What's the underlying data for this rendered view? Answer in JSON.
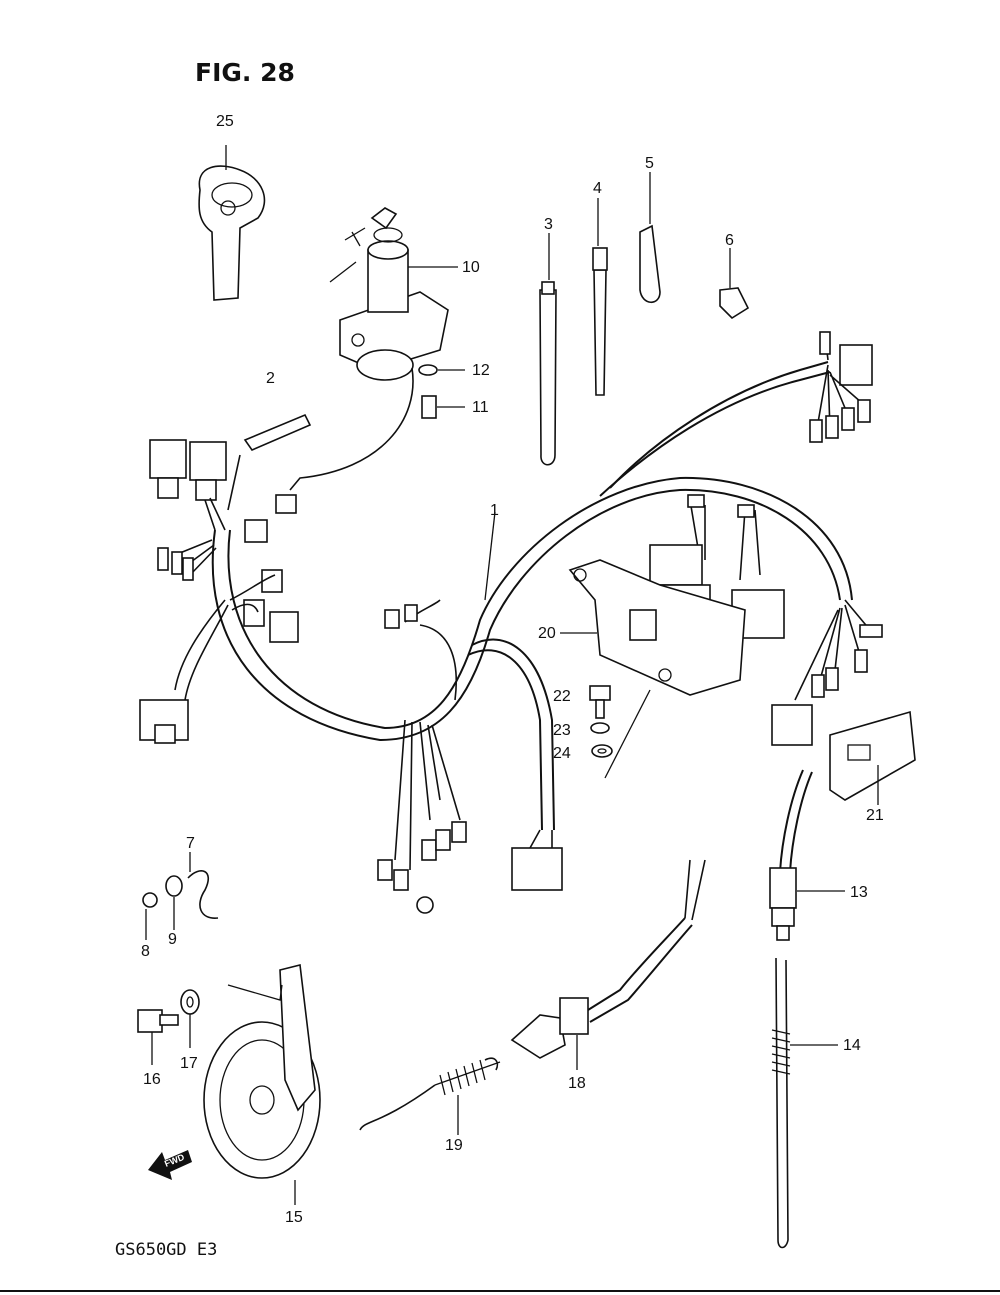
{
  "figure": {
    "title": "FIG. 28",
    "model": "GS650GD  E3"
  },
  "callouts": {
    "p1": "1",
    "p2": "2",
    "p3": "3",
    "p4": "4",
    "p5": "5",
    "p6": "6",
    "p7": "7",
    "p8": "8",
    "p9": "9",
    "p10": "10",
    "p11": "11",
    "p12": "12",
    "p13": "13",
    "p14": "14",
    "p15": "15",
    "p16": "16",
    "p17": "17",
    "p18": "18",
    "p19": "19",
    "p20": "20",
    "p21": "21",
    "p22": "22",
    "p23": "23",
    "p24": "24",
    "p25": "25"
  },
  "direction_arrow": "FWD"
}
